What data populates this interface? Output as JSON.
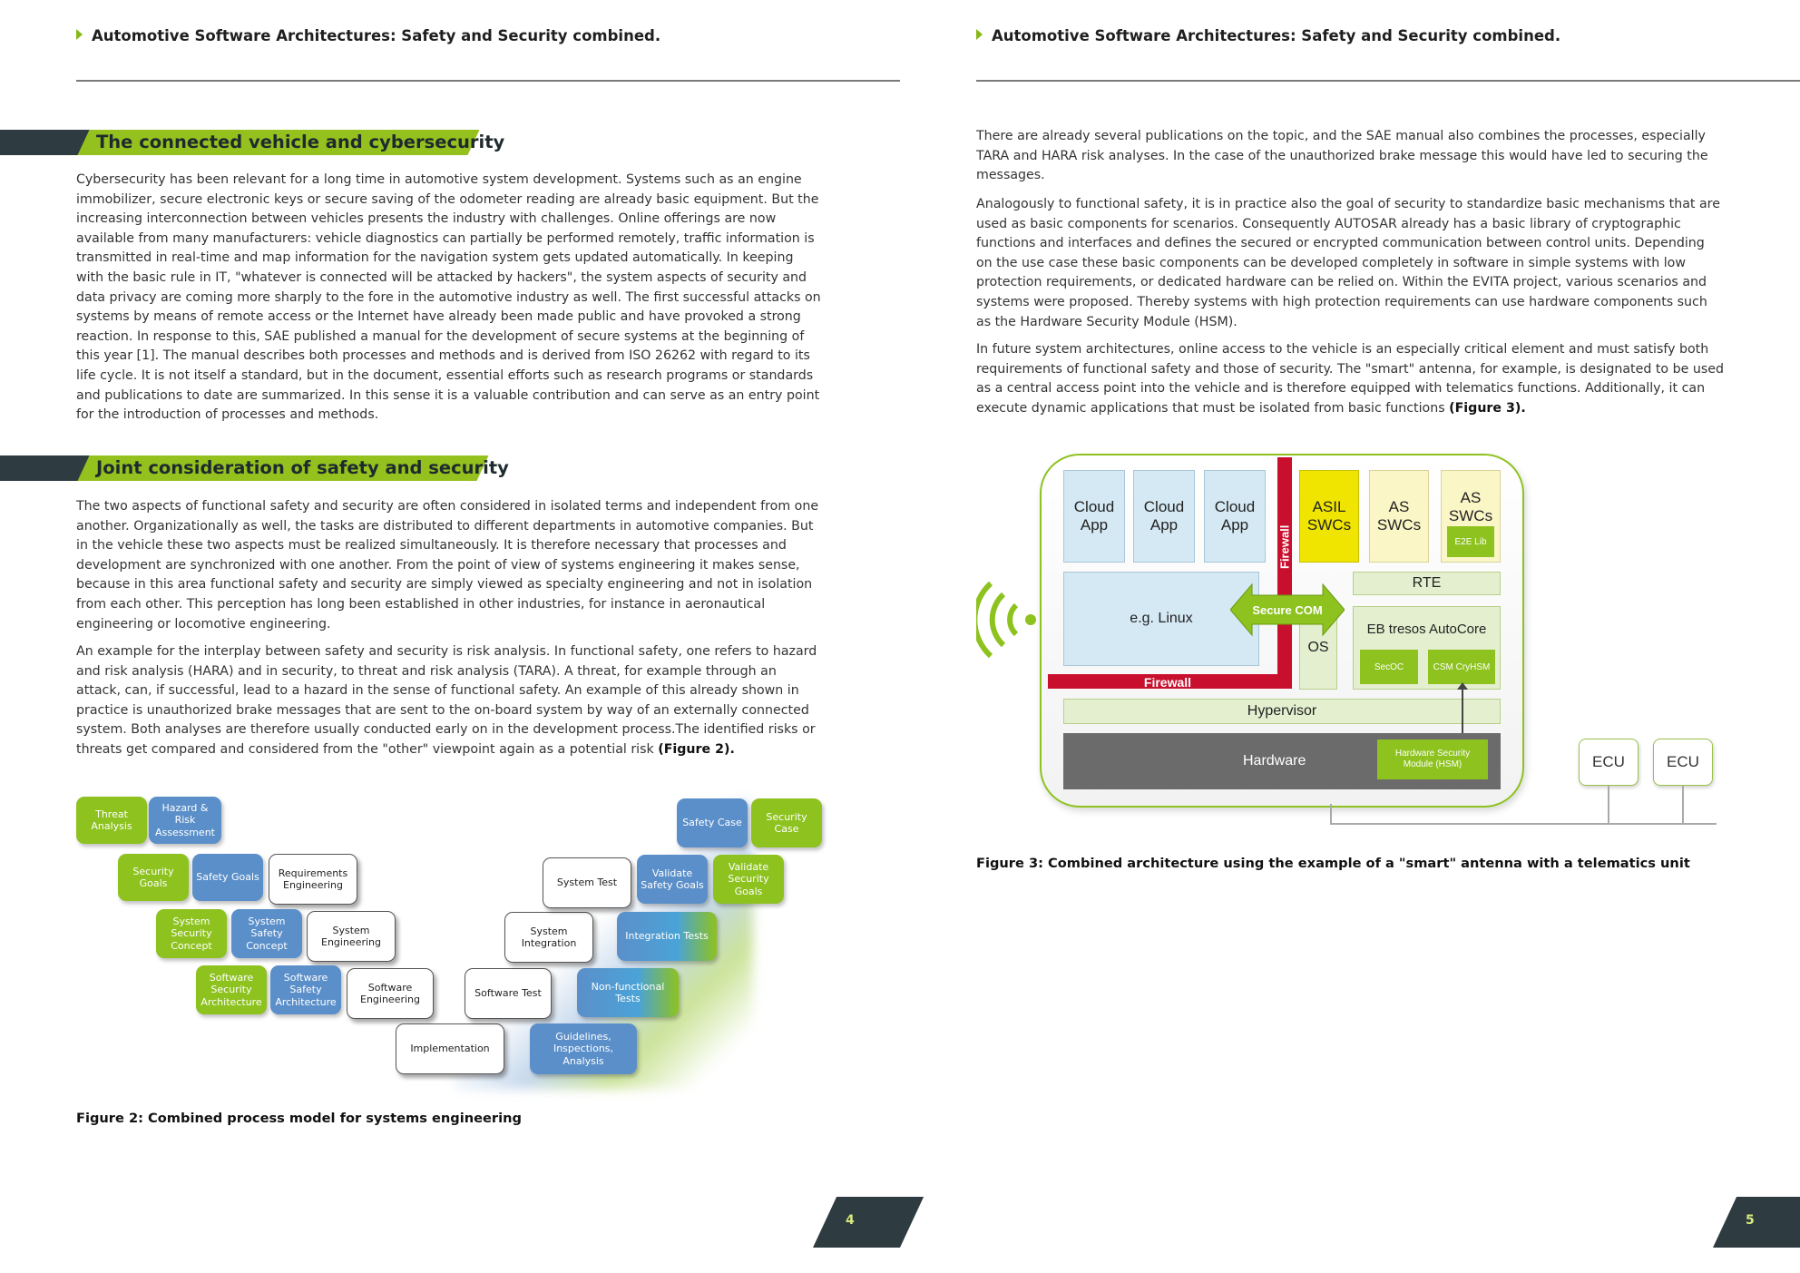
{
  "header": {
    "title": "Automotive Software Architectures: Safety and Security combined."
  },
  "page_left": {
    "section1_title": "The connected vehicle and cybersecurity",
    "section1_para": "Cybersecurity has been relevant for a long time in automotive system development. Systems such as an engine immobilizer, secure electronic keys or secure saving of the odometer reading are already basic equipment. But the increasing interconnection between vehicles presents the industry with challenges. Online offerings are now available from many manufacturers: vehicle diagnostics can partially be performed remotely, traffic information is transmitted in real-time and map information for the navigation system gets updated automatically. In keeping with the basic rule in IT, \"whatever is connected will be attacked by hackers\", the system aspects of security and data privacy are coming more sharply to the fore in the automotive industry as well. The first successful attacks on systems by means of remote access or the Internet have already been made public and have provoked a strong reaction. In response to this, SAE published a manual for the development of secure systems at the beginning of this year [1]. The manual describes both processes and methods and is derived from ISO 26262 with regard to its life cycle. It is not itself a standard, but in the document, essential efforts such as research programs or standards and publications to date are summarized. In this sense it is a valuable contribution and can serve as an entry point for the introduction of processes and methods.",
    "section2_title": "Joint consideration of safety and security",
    "section2_para1": "The two aspects of functional safety and security are often considered in isolated terms and independent from one another. Organizationally as well, the tasks are distributed to different departments in automotive companies. But in the vehicle these two aspects must be realized simultaneously. It is therefore necessary that processes and development are synchronized with one another. From the point of view of systems engineering it makes sense, because in this area functional safety and security are simply viewed as specialty engineering and not in isolation from each other. This perception has long been established in other industries, for instance in aeronautical engineering or locomotive engineering.",
    "section2_para2": "An example for the interplay between safety and security is risk analysis. In functional safety, one refers to hazard and risk analysis (HARA) and in security, to threat and risk analysis (TARA). A threat, for example through an attack, can, if successful, lead to a hazard in the sense of functional safety. An example of this already shown in practice is unauthorized brake messages that are sent to the on-board system by way of an externally connected system. Both analyses are therefore usually conducted early on in the development process.The identified risks or threats get compared and considered from the \"other\" viewpoint again as a potential risk",
    "section2_para2_ref": "(Figure 2).",
    "figure2_caption": "Figure 2: Combined process model for systems engineering",
    "page_number": "4"
  },
  "vmodel": {
    "threat_analysis": "Threat Analysis",
    "hazard_risk": "Hazard & Risk Assessment",
    "security_goals": "Security Goals",
    "safety_goals": "Safety Goals",
    "requirements_engineering": "Requirements Engineering",
    "system_security_concept": "System Security Concept",
    "system_safety_concept": "System Safety Concept",
    "system_engineering": "System Engineering",
    "software_security_architecture": "Software Security Architecture",
    "software_safety_architecture": "Software Safety Architecture",
    "software_engineering": "Software Engineering",
    "implementation": "Implementation",
    "software_test": "Software Test",
    "system_integration": "System Integration",
    "system_test": "System Test",
    "guidelines": "Guidelines, Inspections, Analysis",
    "non_functional_tests": "Non-functional Tests",
    "integration_tests": "Integration Tests",
    "validate_safety_goals": "Validate Safety Goals",
    "validate_security_goals": "Validate Security Goals",
    "safety_case": "Safety Case",
    "security_case": "Security Case"
  },
  "page_right": {
    "para1": "There are already several publications on the topic, and the SAE manual also combines the processes, especially TARA and HARA risk analyses. In the case of the unauthorized brake message this would have led to securing the messages.",
    "para2": "Analogously to functional safety, it is in practice also the goal of security to standardize basic mechanisms that are used as basic components for scenarios. Consequently AUTOSAR already has a basic library of cryptographic functions and interfaces and defines the secured or encrypted communication between control units. Depending on the use case these basic components can be developed completely in software in simple systems with low protection requirements, or dedicated hardware can be relied on. Within the EVITA project, various scenarios and systems were proposed. Thereby systems with high protection requirements can use hardware components such as the Hardware Security Module (HSM).",
    "para3": "In future system architectures, online access to the vehicle is an especially critical element and must satisfy both requirements of functional safety and those of security. The \"smart\" antenna, for example, is designated to be used as a central access point into the vehicle and is therefore equipped with telematics functions. Additionally, it can execute dynamic applications that must be isolated from basic functions",
    "para3_ref": "(Figure 3).",
    "figure3_caption": "Figure 3: Combined architecture using the example of a \"smart\" antenna with a telematics unit",
    "page_number": "5"
  },
  "architecture": {
    "cloud_app": "Cloud App",
    "asil_swcs": "ASIL SWCs",
    "as_swcs": "AS SWCs",
    "e2e_lib": "E2E Lib",
    "firewall": "Firewall",
    "rte": "RTE",
    "linux": "e.g. Linux",
    "secure_com": "Secure COM",
    "os": "OS",
    "eb_tresos": "EB tresos AutoCore",
    "secoc": "SecOC",
    "csm": "CSM CryHSM",
    "hypervisor": "Hypervisor",
    "hardware": "Hardware",
    "hsm": "Hardware Security Module (HSM)",
    "ecu": "ECU",
    "colors": {
      "accent_green": "#8dc21f",
      "asil_yellow": "#f0e500",
      "firewall_red": "#c8102e",
      "dark": "#2e3c42"
    }
  }
}
